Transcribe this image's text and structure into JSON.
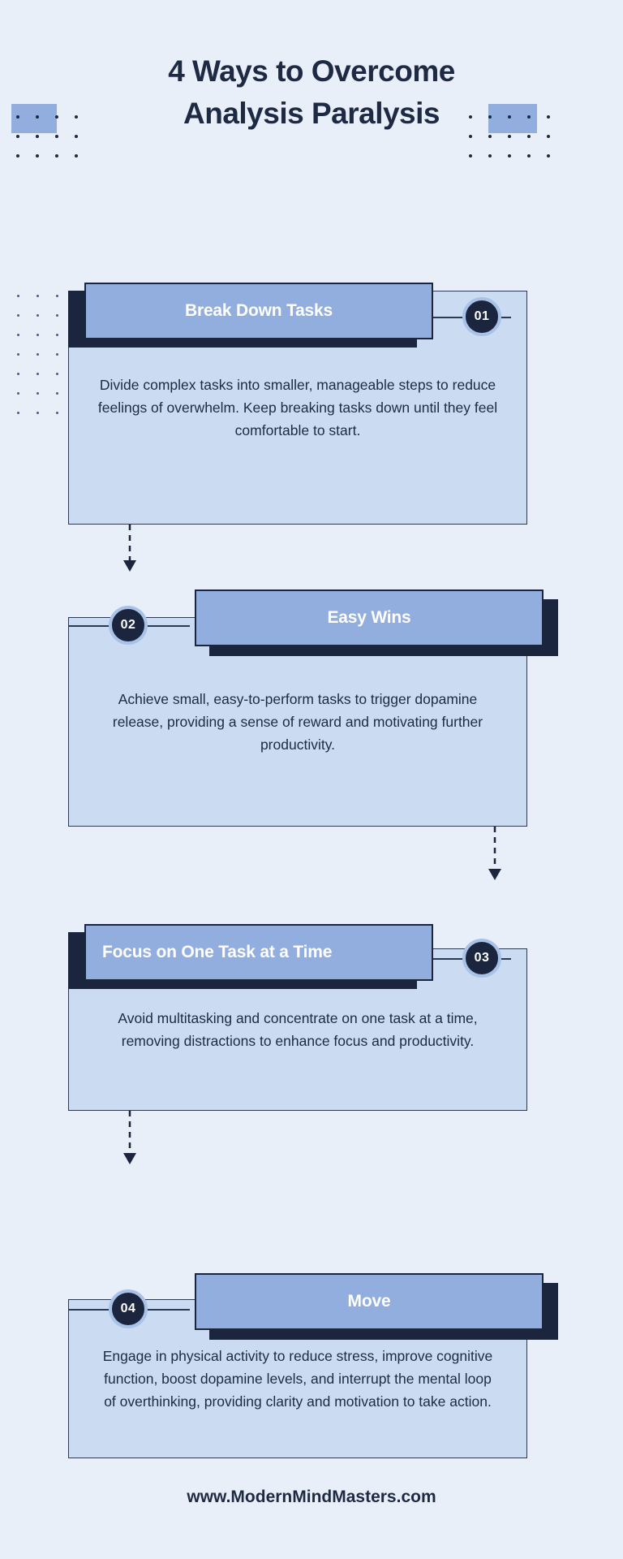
{
  "title": {
    "line1": "4 Ways to Overcome",
    "line2": "Analysis Paralysis"
  },
  "cards": [
    {
      "number": "01",
      "heading": "Break Down Tasks",
      "body": "Divide complex tasks into smaller, manageable steps to reduce feelings of overwhelm. Keep breaking tasks down until they feel comfortable to start.",
      "badge_side": "right"
    },
    {
      "number": "02",
      "heading": "Easy Wins",
      "body": "Achieve small, easy-to-perform tasks to trigger dopamine release, providing a sense of reward and motivating further productivity.",
      "badge_side": "left"
    },
    {
      "number": "03",
      "heading": "Focus on One Task at a Time",
      "body": "Avoid multitasking and concentrate on one task at a time, removing distractions to enhance focus and productivity.",
      "badge_side": "right"
    },
    {
      "number": "04",
      "heading": "Move",
      "body": "Engage in physical activity to reduce stress, improve cognitive function, boost dopamine levels, and interrupt the mental loop of overthinking, providing clarity and motivation to take action.",
      "badge_side": "left"
    }
  ],
  "footer": {
    "url": "www.ModernMindMasters.com"
  },
  "colors": {
    "background": "#e8eff9",
    "card_body": "#cbdcf2",
    "header_blue": "#92aede",
    "dark_navy": "#1b263e",
    "text_navy": "#1e2a44",
    "badge_ring": "#a9c2e8"
  }
}
